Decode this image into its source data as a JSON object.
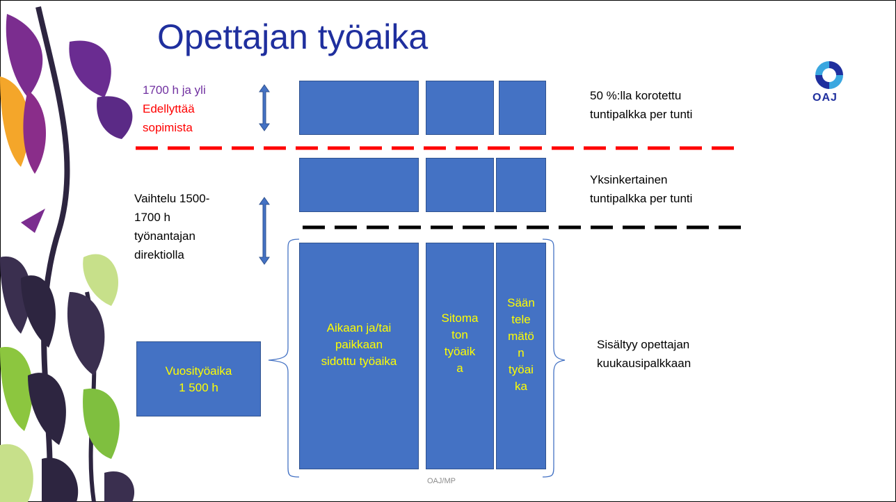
{
  "title": "Opettajan työaika",
  "logo": {
    "text": "OAJ",
    "icon": "oaj-logo-icon",
    "color": "#1f2f9e"
  },
  "overtime": {
    "hours": "1700 h ja yli",
    "requirement_line1": "Edellyttää",
    "requirement_line2": "sopimista",
    "pay_line1": "50 %:lla korotettu",
    "pay_line2": "tuntipalkka per tunti"
  },
  "variation": {
    "line1": "Vaihtelu 1500-",
    "line2": "1700 h",
    "line3": "työnantajan",
    "line4": "direktiolla",
    "pay_line1": "Yksinkertainen",
    "pay_line2": "tuntipalkka per tunti"
  },
  "annual": {
    "box_text": "Vuosityöaika\n1 500 h"
  },
  "work_types": {
    "bound": "Aikaan ja/tai\npaikkaan\nsidottu työaika",
    "unbound": "Sitoma\nton\ntyöaik\na",
    "unregulated": "Sään\ntele\nmätö\nn\ntyöai\nka"
  },
  "included": {
    "line1": "Sisältyy opettajan",
    "line2": "kuukausipalkkaan"
  },
  "footer": "OAJ/MP",
  "colors": {
    "box": "#4472c4",
    "box_text": "#ffff00",
    "red_dash": "#ff0000",
    "title": "#1f2f9e"
  }
}
